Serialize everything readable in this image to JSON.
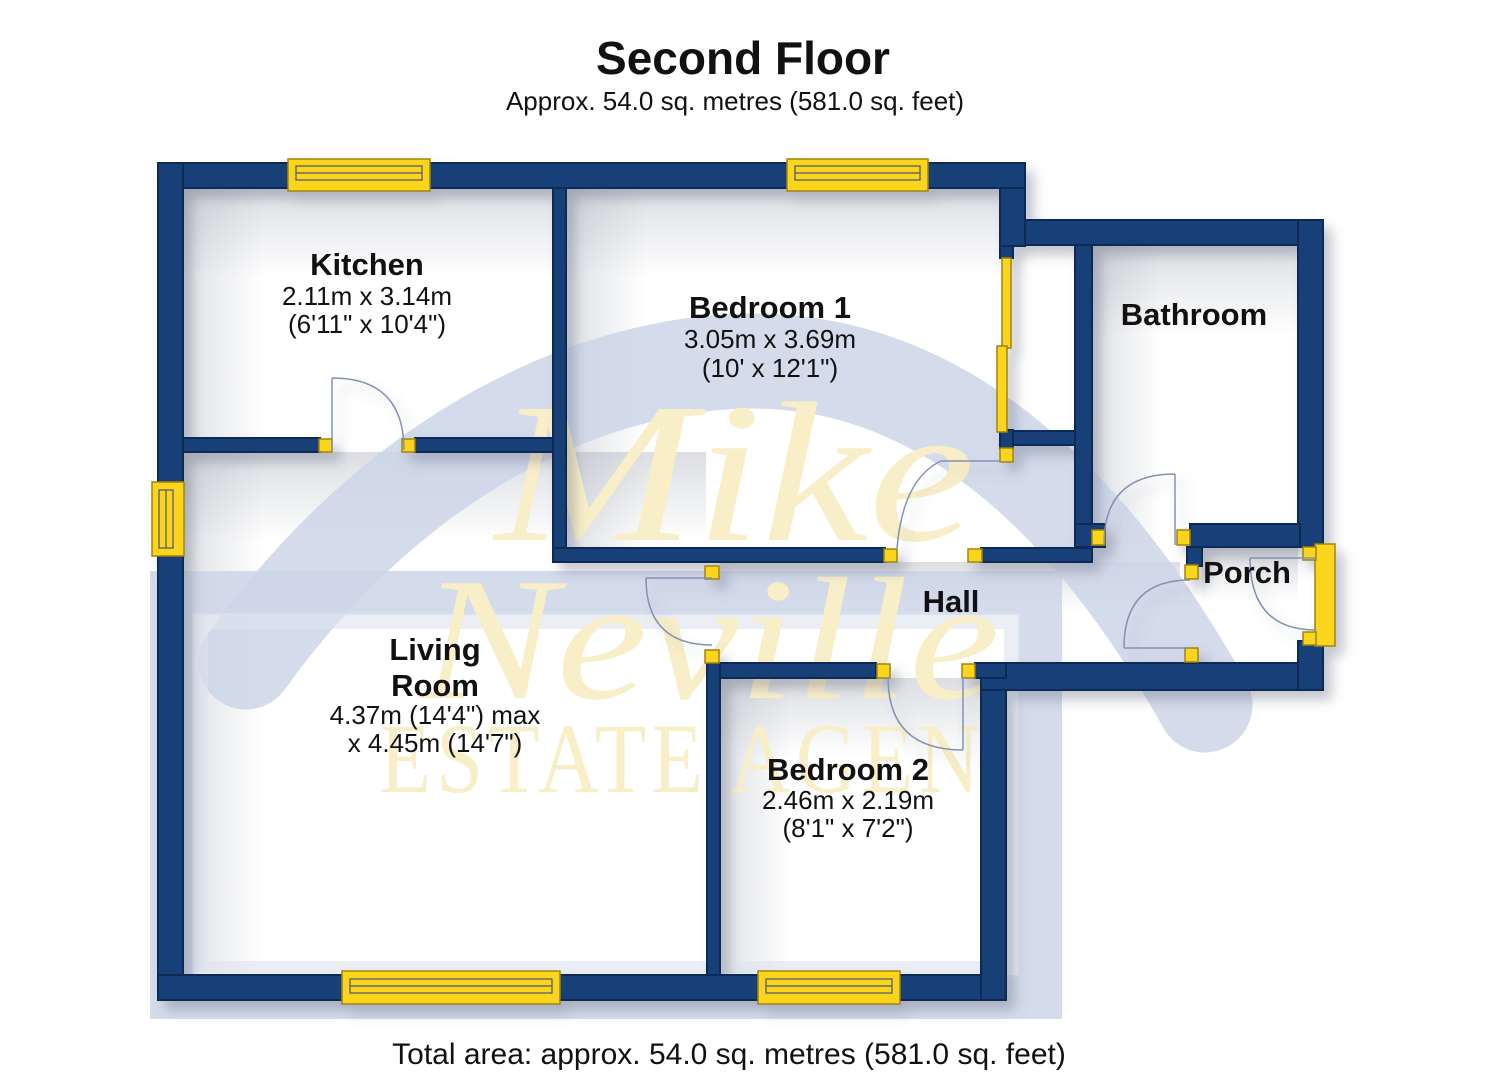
{
  "header": {
    "title": "Second Floor",
    "subtitle": "Approx. 54.0 sq. metres (581.0 sq. feet)"
  },
  "footer": {
    "total_area": "Total area: approx. 54.0 sq. metres (581.0 sq. feet)"
  },
  "rooms": {
    "kitchen": {
      "name": "Kitchen",
      "dims_metric": "2.11m x 3.14m",
      "dims_imperial": "(6'11\" x 10'4\")"
    },
    "bedroom1": {
      "name": "Bedroom 1",
      "dims_metric": "3.05m x 3.69m",
      "dims_imperial": "(10' x 12'1\")"
    },
    "bathroom": {
      "name": "Bathroom"
    },
    "hall": {
      "name": "Hall"
    },
    "porch": {
      "name": "Porch"
    },
    "living_room": {
      "name_line1": "Living",
      "name_line2": "Room",
      "dims_metric": "4.37m (14'4\") max",
      "dims_imperial": "x 4.45m (14'7\")"
    },
    "bedroom2": {
      "name": "Bedroom 2",
      "dims_metric": "2.46m x 2.19m",
      "dims_imperial": "(8'1\" x 7'2\")"
    }
  },
  "watermark": {
    "line1": "Mike",
    "line2": "Neville",
    "line3": "ESTATE AGEN"
  },
  "colors": {
    "wall_navy": "#164177",
    "joinery_yellow": "#fbd51d",
    "watermark_band": "#cdd5e7",
    "watermark_text": "#f8eec7",
    "label_text": "#111111"
  }
}
